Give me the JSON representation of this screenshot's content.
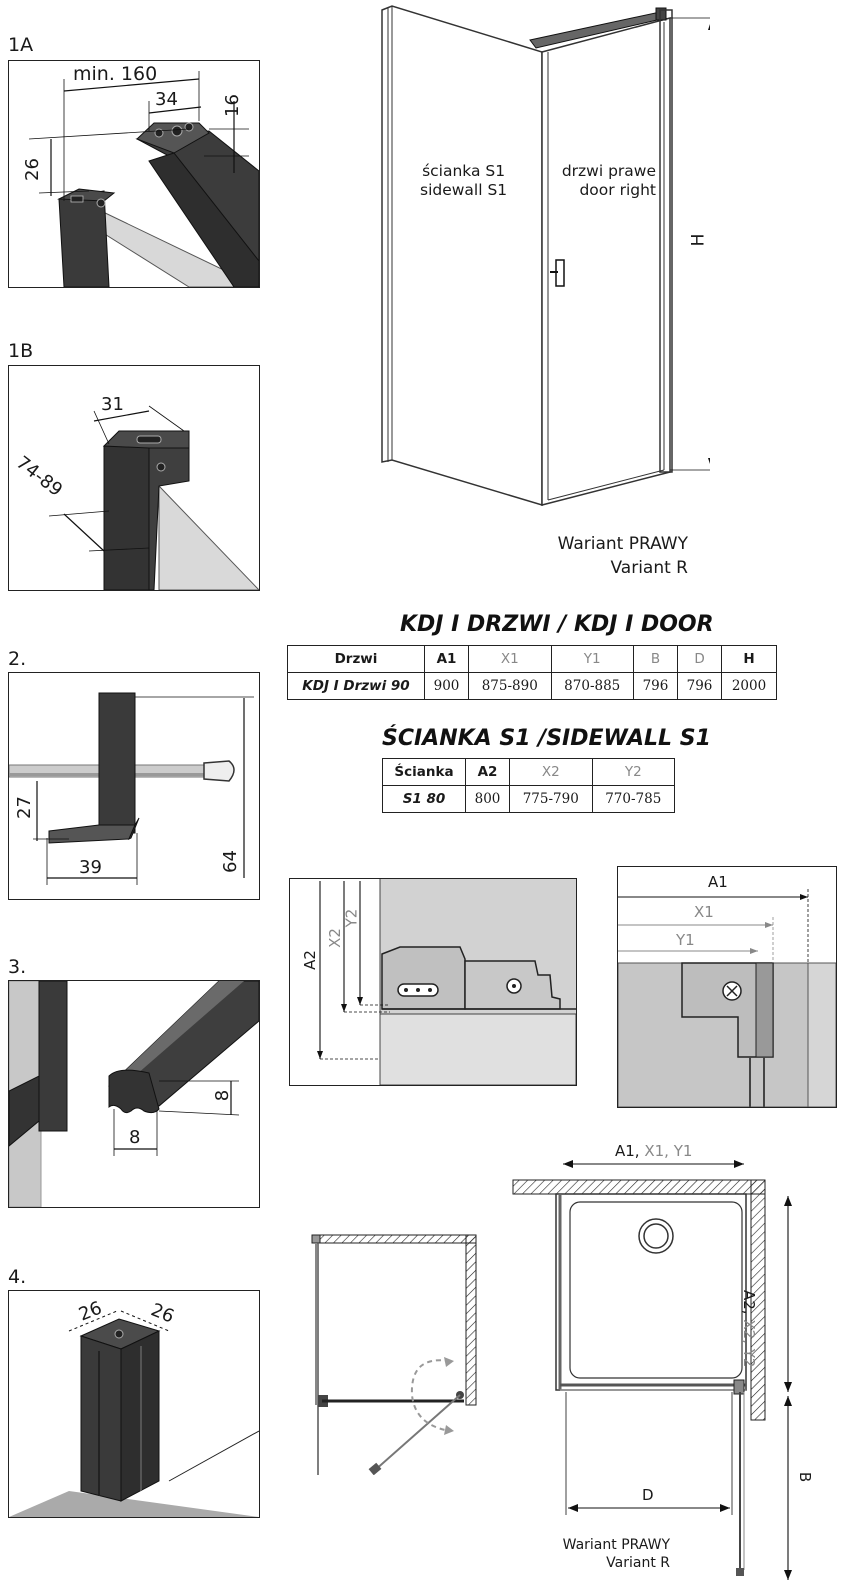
{
  "panels": {
    "p1a": {
      "label": "1A",
      "dims": {
        "min": "min. 160",
        "w34": "34",
        "h16": "16",
        "h26": "26"
      }
    },
    "p1b": {
      "label": "1B",
      "dims": {
        "w31": "31",
        "range": "74-89"
      }
    },
    "p2": {
      "label": "2.",
      "dims": {
        "h27": "27",
        "w39": "39",
        "h64": "64"
      }
    },
    "p3": {
      "label": "3.",
      "dims": {
        "h8": "8",
        "w8": "8"
      }
    },
    "p4": {
      "label": "4.",
      "dims": {
        "a": "26",
        "b": "26"
      }
    }
  },
  "main": {
    "sidewall_pl": "ścianka S1",
    "sidewall_en": "sidewall S1",
    "door_pl": "drzwi prawe",
    "door_en": "door right",
    "height_label": "H",
    "variant_pl": "Wariant PRAWY",
    "variant_en": "Variant R"
  },
  "door_table": {
    "title": "KDJ I DRZWI / KDJ I DOOR",
    "headers": [
      "Drzwi",
      "A1",
      "X1",
      "Y1",
      "B",
      "D",
      "H"
    ],
    "grey_headers": [
      "X1",
      "Y1",
      "B",
      "D"
    ],
    "rows": [
      [
        "KDJ I Drzwi 90",
        "900",
        "875-890",
        "870-885",
        "796",
        "796",
        "2000"
      ]
    ]
  },
  "side_table": {
    "title": "ŚCIANKA S1 /SIDEWALL S1",
    "headers": [
      "Ścianka",
      "A2",
      "X2",
      "Y2"
    ],
    "rows": [
      [
        "S1 80",
        "800",
        "775-790",
        "770-785"
      ]
    ]
  },
  "detail_left": {
    "a2": "A2",
    "x2": "X2",
    "y2": "Y2"
  },
  "detail_right": {
    "a1": "A1",
    "x1": "X1",
    "y1": "Y1"
  },
  "plan": {
    "top_a1": "A1, ",
    "top_x1y1": "X1, Y1",
    "right_a2": "A2, ",
    "right_x2y2": "X2, Y2",
    "d_label": "D",
    "b_label": "B",
    "variant_pl": "Wariant PRAWY",
    "variant_en": "Variant R"
  }
}
